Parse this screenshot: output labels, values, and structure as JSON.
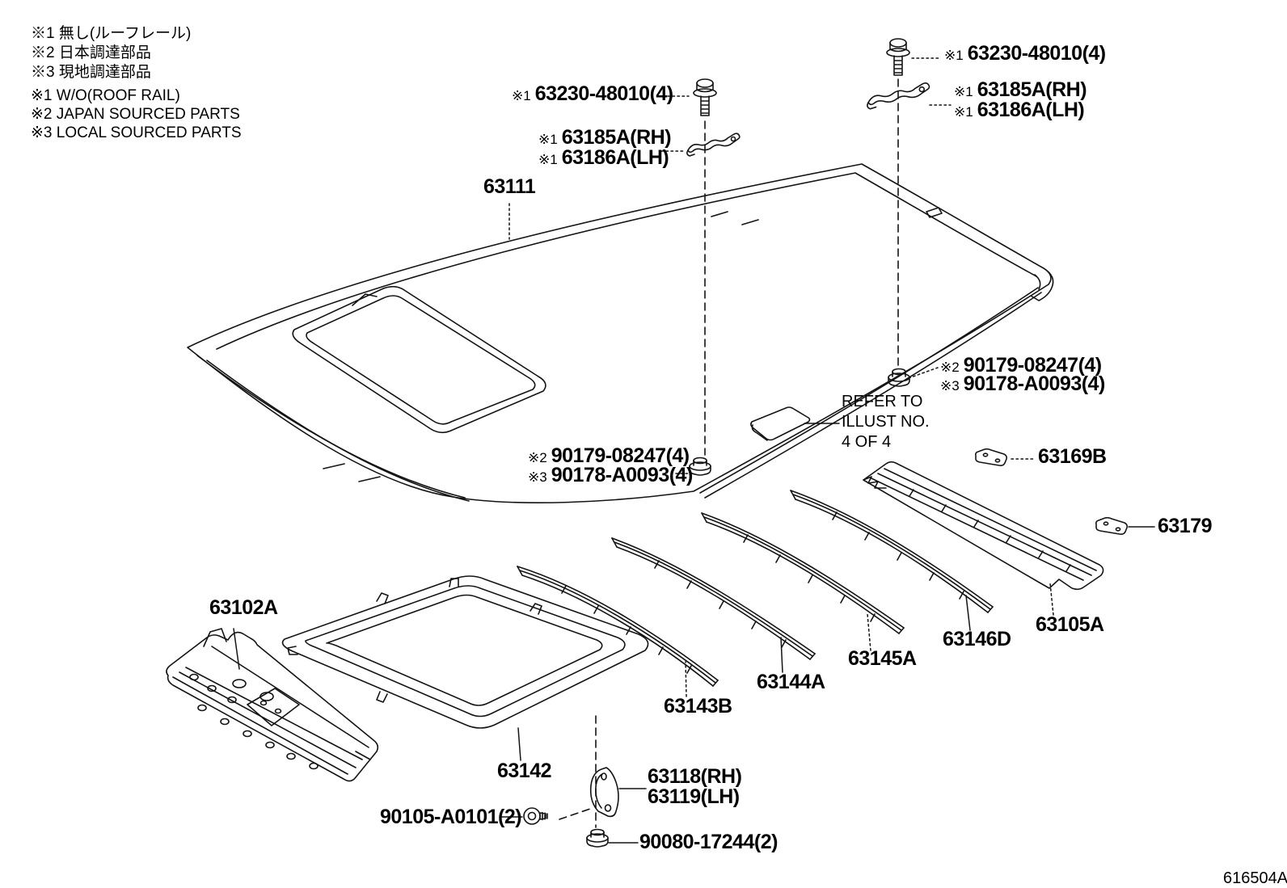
{
  "legend": {
    "jp": [
      "※1 無し(ルーフレール)",
      "※2 日本調達部品",
      "※3 現地調達部品"
    ],
    "en": [
      "※1 W/O(ROOF RAIL)",
      "※2 JAPAN SOURCED PARTS",
      "※3 LOCAL SOURCED PARTS"
    ]
  },
  "callouts": {
    "bolt_left": {
      "prefix": "※1",
      "text": "63230-48010(4)"
    },
    "clip_rh_left": {
      "prefix": "※1",
      "text": "63185A(RH)"
    },
    "clip_lh_left": {
      "prefix": "※1",
      "text": "63186A(LH)"
    },
    "roof_panel": {
      "text": "63111"
    },
    "bolt_right": {
      "prefix": "※1",
      "text": "63230-48010(4)"
    },
    "clip_rh_right": {
      "prefix": "※1",
      "text": "63185A(RH)"
    },
    "clip_lh_right": {
      "prefix": "※1",
      "text": "63186A(LH)"
    },
    "nut_right_a": {
      "prefix": "※2",
      "text": "90179-08247(4)"
    },
    "nut_right_b": {
      "prefix": "※3",
      "text": "90178-A0093(4)"
    },
    "nut_left_a": {
      "prefix": "※2",
      "text": "90179-08247(4)"
    },
    "nut_left_b": {
      "prefix": "※3",
      "text": "90178-A0093(4)"
    },
    "plate_rear": {
      "text": "63169B"
    },
    "plate_rear2": {
      "text": "63179"
    },
    "header_panel": {
      "text": "63102A"
    },
    "rail_rear": {
      "text": "63105A"
    },
    "bow_d": {
      "text": "63146D"
    },
    "bow_c": {
      "text": "63145A"
    },
    "bow_b": {
      "text": "63144A"
    },
    "bow_a": {
      "text": "63143B"
    },
    "sunroof_frame": {
      "text": "63142"
    },
    "bracket_rh": {
      "text": "63118(RH)"
    },
    "bracket_lh": {
      "text": "63119(LH)"
    },
    "screw": {
      "text": "90105-A0101(2)"
    },
    "nut_bottom": {
      "text": "90080-17244(2)"
    }
  },
  "refer_note": {
    "line1": "REFER TO",
    "line2": "ILLUST NO.",
    "line3": "4 OF 4"
  },
  "diagram_code": "616504A",
  "colors": {
    "line": "#141414",
    "background": "#ffffff"
  }
}
